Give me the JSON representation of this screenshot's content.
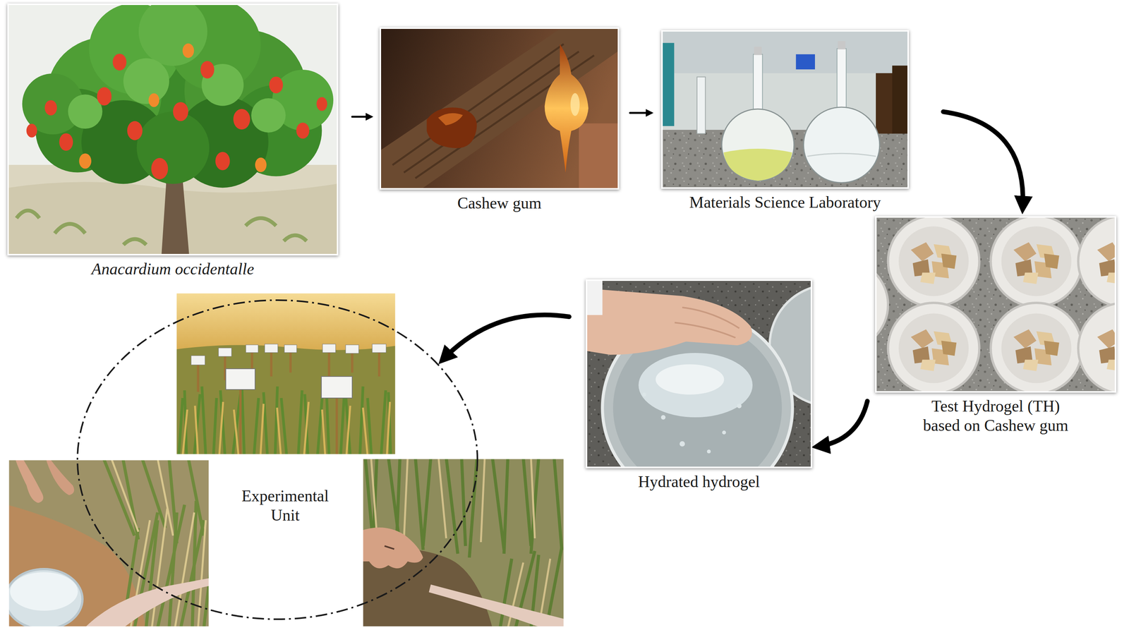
{
  "diagram": {
    "nodes": [
      {
        "text": [
          "Anacardium occidentalle"
        ]
      },
      {
        "text": [
          "Cashew gum"
        ]
      },
      {
        "text": [
          "Materials Science Laboratory"
        ]
      },
      {
        "text": [
          "Test Hydrogel (TH) based on Cashew gum"
        ]
      },
      {
        "text": [
          "Hydrated hydrogel"
        ]
      },
      {
        "text": [
          "Experimental Unit"
        ]
      }
    ],
    "edges": [
      {
        "from": 0,
        "to": 1,
        "arrow": "to"
      },
      {
        "from": 1,
        "to": 2,
        "arrow": "to"
      },
      {
        "from": 2,
        "to": 3,
        "arrow": "to"
      },
      {
        "from": 3,
        "to": 4,
        "arrow": "to"
      },
      {
        "from": 4,
        "to": 5,
        "arrow": "to"
      }
    ]
  }
}
